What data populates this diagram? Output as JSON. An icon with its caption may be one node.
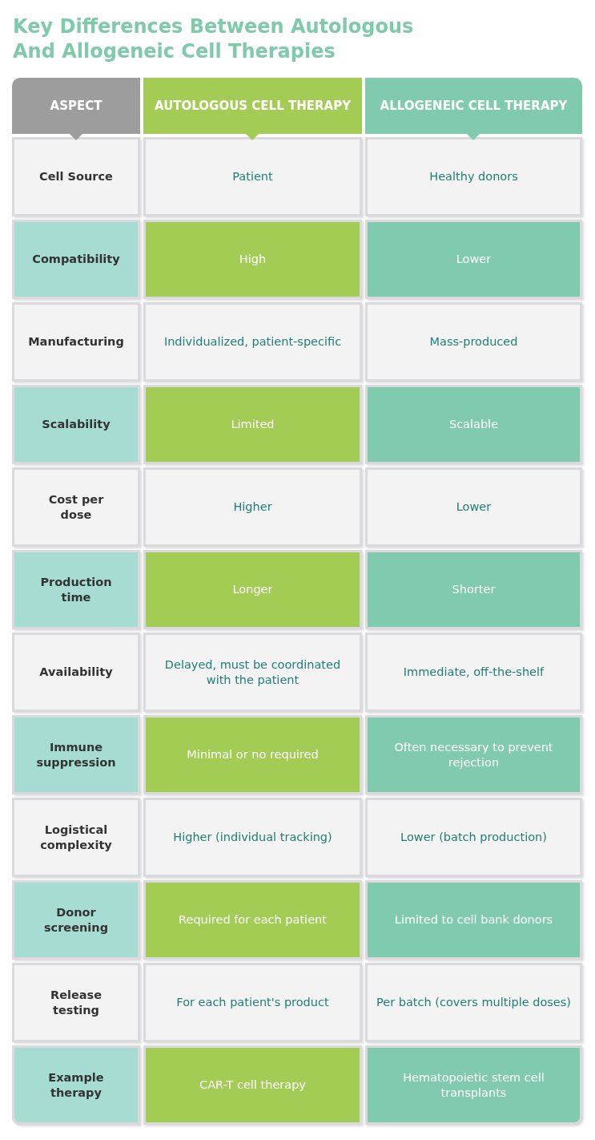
{
  "diagram": {
    "title": "Key Differences Between Autologous And Allogeneic Cell Therapies",
    "labels": [
      "ASPECT",
      "AUTOLOGOUS CELL THERAPY",
      "ALLOGENEIC CELL THERAPY",
      "Cell Source",
      "Patient",
      "Healthy donors",
      "Compatibility",
      "High",
      "Lower",
      "Manufacturing",
      "Individualized, patient-specific",
      "Mass-produced",
      "Scalability",
      "Limited",
      "Scalable",
      "Cost per dose",
      "Higher",
      "Lower",
      "Production time",
      "Longer",
      "Shorter",
      "Availability",
      "Delayed, must be coordinated with the patient",
      "Immediate, off-the-shelf",
      "Immune suppression",
      "Minimal or no required",
      "Often necessary to prevent rejection",
      "Logistical complexity",
      "Higher (individual tracking)",
      "Lower (batch production)",
      "Donor screening",
      "Required for each patient",
      "Limited to cell bank donors",
      "Release testing",
      "For each patient's product",
      "Per batch (covers multiple doses)",
      "Example therapy",
      "CAR-T cell therapy",
      "Hematopoietic stem cell transplants"
    ]
  }
}
